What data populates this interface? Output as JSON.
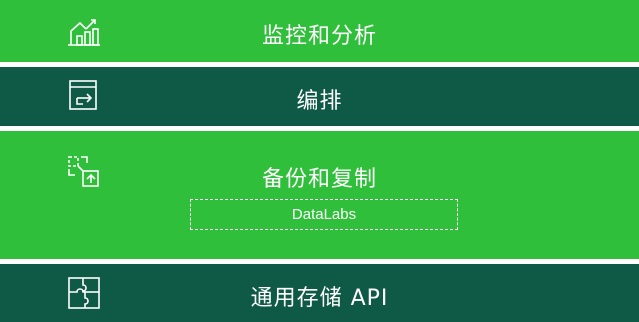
{
  "layers": [
    {
      "label": "监控和分析",
      "icon": "chart-house-icon",
      "color": "#2fbf3a"
    },
    {
      "label": "编排",
      "icon": "orchestration-icon",
      "color": "#0f5a47"
    },
    {
      "label": "备份和复制",
      "icon": "replicate-icon",
      "color": "#2fbf3a",
      "sub_label": "DataLabs"
    },
    {
      "label": "通用存储 API",
      "icon": "puzzle-icon",
      "color": "#0f5a47"
    }
  ]
}
